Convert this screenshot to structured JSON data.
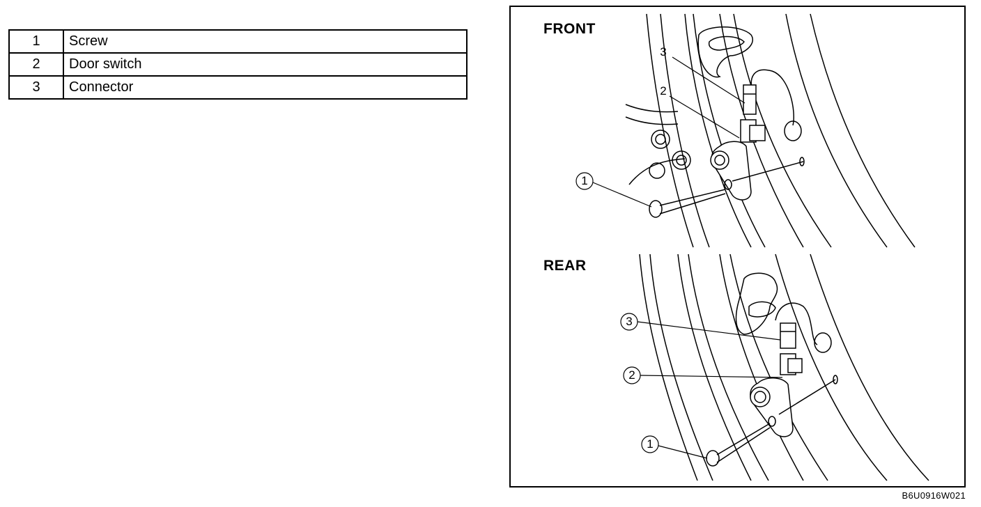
{
  "legend": {
    "rows": [
      {
        "num": "1",
        "name": "Screw"
      },
      {
        "num": "2",
        "name": "Door switch"
      },
      {
        "num": "3",
        "name": "Connector"
      }
    ]
  },
  "figure": {
    "front_label": "FRONT",
    "rear_label": "REAR",
    "callouts": {
      "front_screw": "1",
      "front_switch": "2",
      "front_connector": "3",
      "rear_screw": "1",
      "rear_switch": "2",
      "rear_connector": "3"
    },
    "code": "B6U0916W021"
  }
}
